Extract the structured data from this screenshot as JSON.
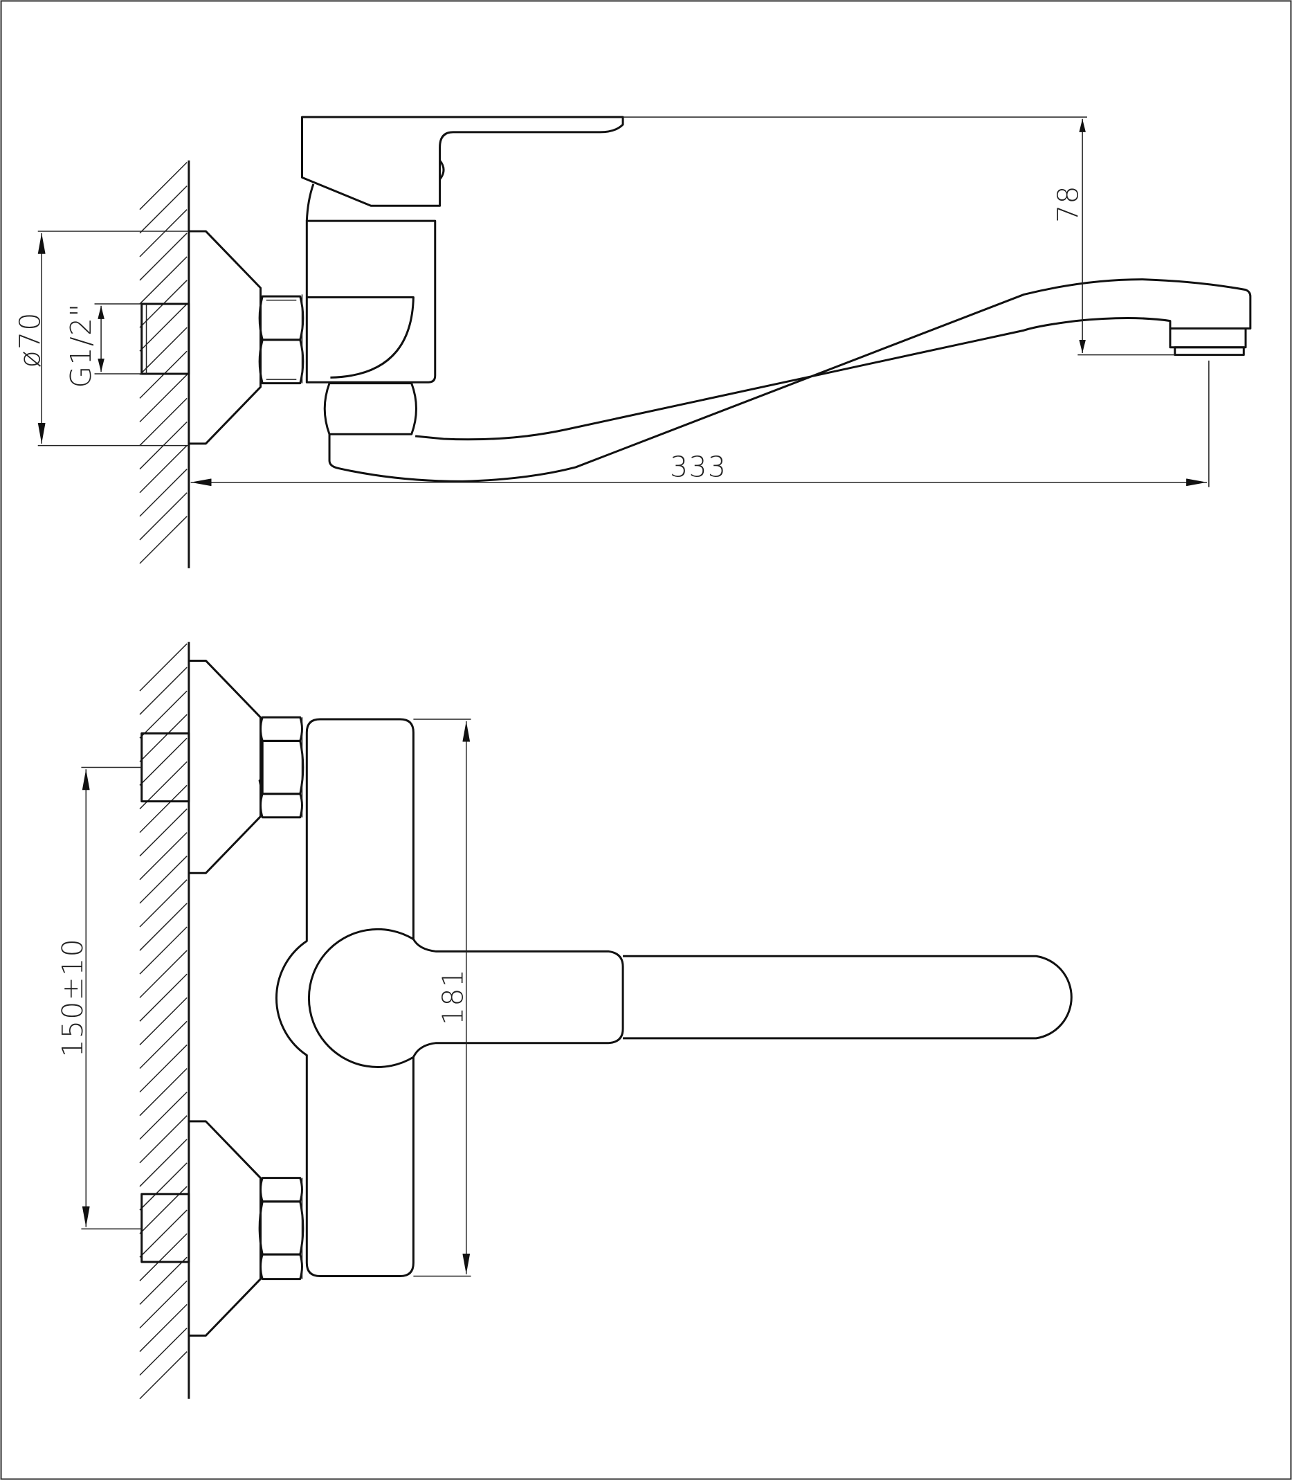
{
  "drawing": {
    "title": "Wall-mounted single-lever faucet dimensions",
    "side_view": {
      "flange_diameter_label": "ø70",
      "thread_label": "G1/2\"",
      "handle_height_label": "78",
      "spout_reach_label": "333"
    },
    "front_view": {
      "inlet_spacing_label": "150±10",
      "body_height_label": "181"
    },
    "line_color": "#111111"
  }
}
